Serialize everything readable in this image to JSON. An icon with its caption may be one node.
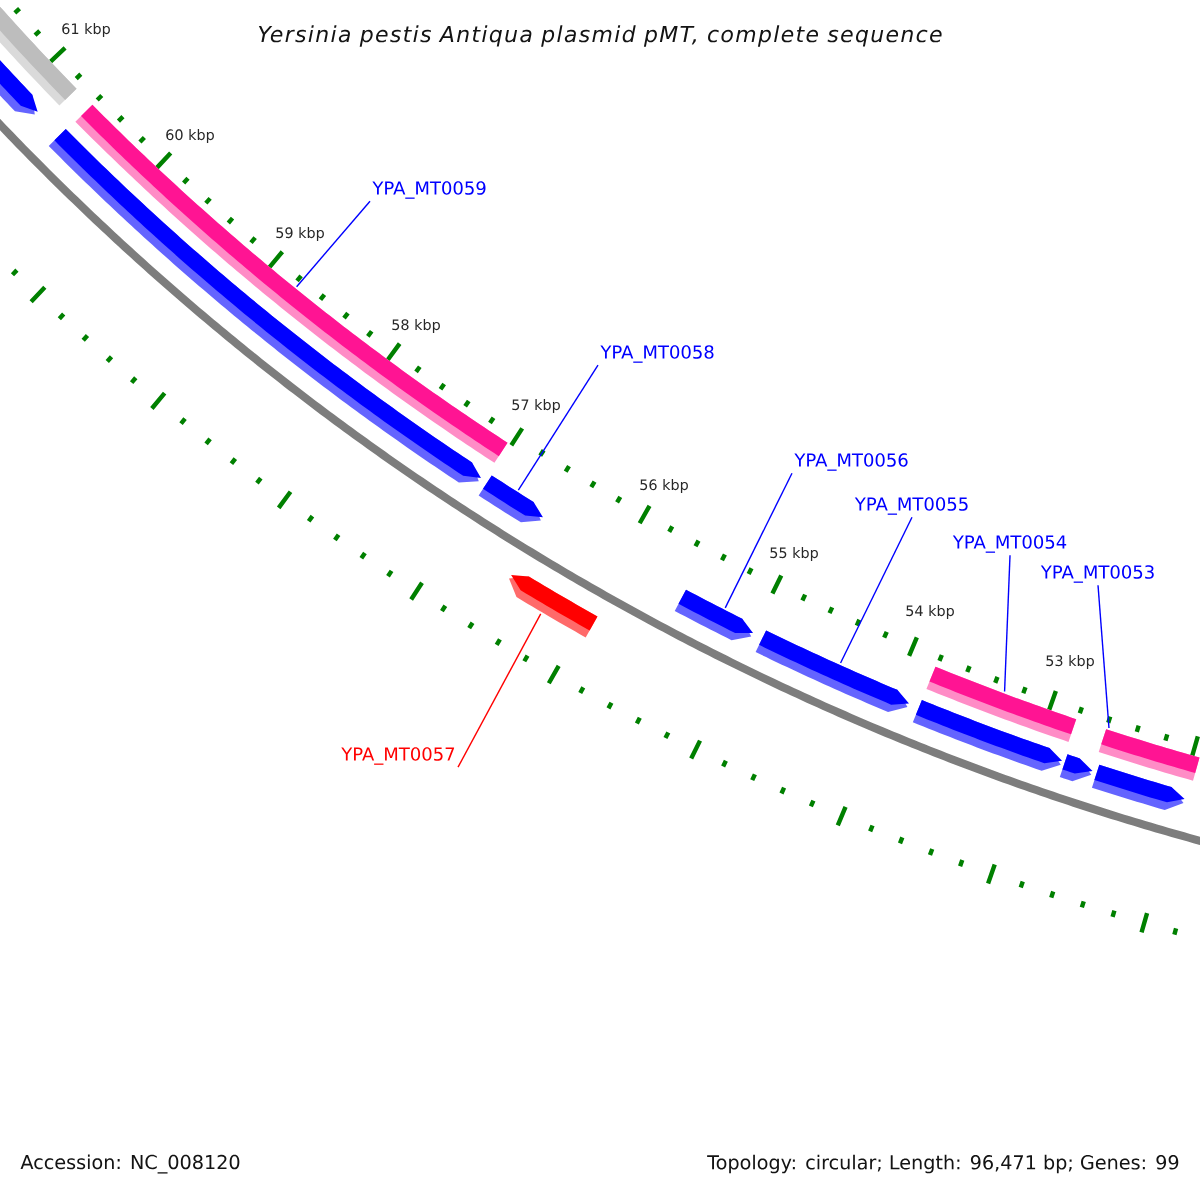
{
  "diagram": {
    "title": "Yersinia pestis Antiqua plasmid pMT, complete sequence",
    "nodes": [
      {
        "text": [],
        "shape": "bar"
      },
      {
        "text": [],
        "shape": "pentagon"
      },
      {
        "text": [],
        "shape": "bar"
      },
      {
        "text": [],
        "shape": "pentagon"
      },
      {
        "text": [],
        "shape": "pentagon"
      },
      {
        "text": [],
        "shape": "pentagon"
      },
      {
        "text": [],
        "shape": "pentagon"
      },
      {
        "text": [],
        "shape": "pentagon"
      },
      {
        "text": [],
        "shape": "bar"
      },
      {
        "text": [],
        "shape": "pentagon"
      },
      {
        "text": [],
        "shape": "pentagon"
      },
      {
        "text": [],
        "shape": "bar"
      },
      {
        "text": [],
        "shape": "pentagon"
      },
      {
        "text": [
          "YPA_MT0059"
        ]
      },
      {
        "text": [
          "YPA_MT0058"
        ]
      },
      {
        "text": [
          "YPA_MT0057"
        ]
      },
      {
        "text": [
          "YPA_MT0056"
        ]
      },
      {
        "text": [
          "YPA_MT0055"
        ]
      },
      {
        "text": [
          "YPA_MT0054"
        ]
      },
      {
        "text": [
          "YPA_MT0053"
        ]
      }
    ],
    "edges": [
      {
        "from": 13,
        "to": 2,
        "arrow": "none"
      },
      {
        "from": 14,
        "to": 4,
        "arrow": "none"
      },
      {
        "from": 15,
        "to": 5,
        "arrow": "none",
        "color": "#ff0000"
      },
      {
        "from": 16,
        "to": 6,
        "arrow": "none"
      },
      {
        "from": 17,
        "to": 7,
        "arrow": "none"
      },
      {
        "from": 18,
        "to": 8,
        "arrow": "none"
      },
      {
        "from": 19,
        "to": 11,
        "arrow": "none"
      }
    ],
    "labels": [
      "61 kbp",
      "60 kbp",
      "59 kbp",
      "58 kbp",
      "57 kbp",
      "56 kbp",
      "55 kbp",
      "54 kbp",
      "53 kbp",
      "Accession: NC_008120",
      "Topology: circular; Length: 96,471 bp; Genes: 99"
    ]
  }
}
